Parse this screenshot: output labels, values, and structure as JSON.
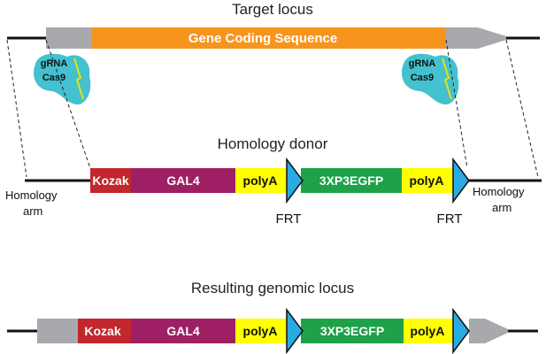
{
  "titles": {
    "target": "Target locus",
    "donor": "Homology donor",
    "result": "Resulting genomic locus"
  },
  "target_locus": {
    "coding_sequence": "Gene Coding Sequence"
  },
  "cas9_complex": {
    "grna": "gRNA",
    "cas9": "Cas9"
  },
  "donor": {
    "left_arm_line1": "Homology",
    "left_arm_line2": "arm",
    "right_arm_line1": "Homology",
    "right_arm_line2": "arm",
    "frt_left": "FRT",
    "frt_right": "FRT"
  },
  "cassette": {
    "kozak": "Kozak",
    "gal4": "GAL4",
    "polyA_1": "polyA",
    "marker": "3XP3EGFP",
    "polyA_2": "polyA"
  },
  "result_cassette": {
    "kozak": "Kozak",
    "gal4": "GAL4",
    "polyA_1": "polyA",
    "marker": "3XP3EGFP",
    "polyA_2": "polyA"
  },
  "colors": {
    "coding_sequence": "#f7941d",
    "utr_gray": "#a8a9ad",
    "kozak": "#c1272d",
    "gal4": "#9e1f63",
    "polyA": "#ffff00",
    "marker": "#1ea149",
    "frt": "#29abe2",
    "cas9": "#44c1cf",
    "grna": "#e6e600"
  }
}
